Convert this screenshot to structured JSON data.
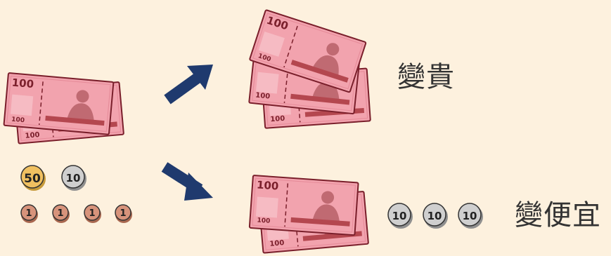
{
  "colors": {
    "background": "#fdf1de",
    "banknote_fill": "#f2a3ae",
    "banknote_stroke": "#7a1f2b",
    "banknote_figure": "#c06a72",
    "banknote_bar": "#b4474f",
    "arrow": "#1f3a6e",
    "coin_gold": "#f0c060",
    "coin_silver": "#cfcfcf",
    "coin_copper": "#d7937b",
    "text": "#333333"
  },
  "banknote": {
    "denomination": "100"
  },
  "left_group": {
    "coins_row1": [
      "50",
      "10"
    ],
    "coins_row2": [
      "1",
      "1",
      "1",
      "1"
    ]
  },
  "upper_result": {
    "label": "變貴"
  },
  "lower_result": {
    "coins": [
      "10",
      "10",
      "10"
    ],
    "label": "變便宜"
  },
  "icons": [
    "arrow-up-right-icon",
    "arrow-down-right-icon"
  ]
}
